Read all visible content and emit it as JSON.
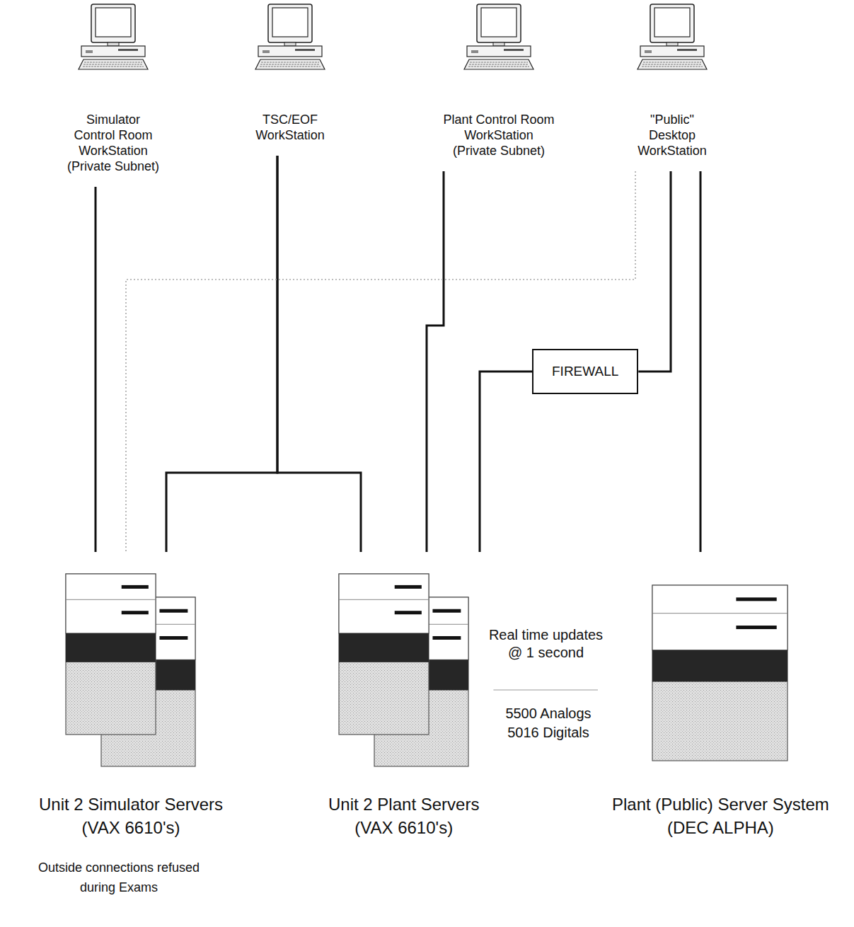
{
  "diagram": {
    "nodes": [
      {
        "text": [
          "Simulator Control Room WorkStation",
          "(Private Subnet)"
        ]
      },
      {
        "text": [
          "TSC/EOF WorkStation"
        ]
      },
      {
        "text": [
          "Plant Control Room WorkStation",
          "(Private Subnet)"
        ]
      },
      {
        "text": [
          "\"Public\" Desktop WorkStation"
        ]
      },
      {
        "text": [
          "FIREWALL"
        ]
      },
      {
        "text": [
          "Unit 2 Simulator Servers",
          "(VAX 6610's)"
        ]
      },
      {
        "text": [
          "Unit 2 Plant Servers",
          "(VAX 6610's)"
        ]
      },
      {
        "text": [
          "Plant (Public) Server System",
          "(DEC ALPHA)"
        ]
      }
    ],
    "edges": [
      {
        "from": 0,
        "to": 5,
        "arrow": "none"
      },
      {
        "from": 1,
        "to": 5,
        "arrow": "none"
      },
      {
        "from": 1,
        "to": 6,
        "arrow": "none"
      },
      {
        "from": 2,
        "to": 6,
        "arrow": "none"
      },
      {
        "from": 3,
        "to": 4,
        "arrow": "none"
      },
      {
        "from": 4,
        "to": 6,
        "arrow": "none"
      },
      {
        "from": 3,
        "to": 7,
        "arrow": "none"
      },
      {
        "from": 3,
        "to": 5,
        "arrow": "none"
      },
      {
        "from": 6,
        "to": 7,
        "label": "Real time updates @ 1 second",
        "arrow": "none"
      }
    ],
    "labels": [
      "5500 Analogs 5016 Digitals",
      "Outside connections refused during Exams"
    ]
  }
}
